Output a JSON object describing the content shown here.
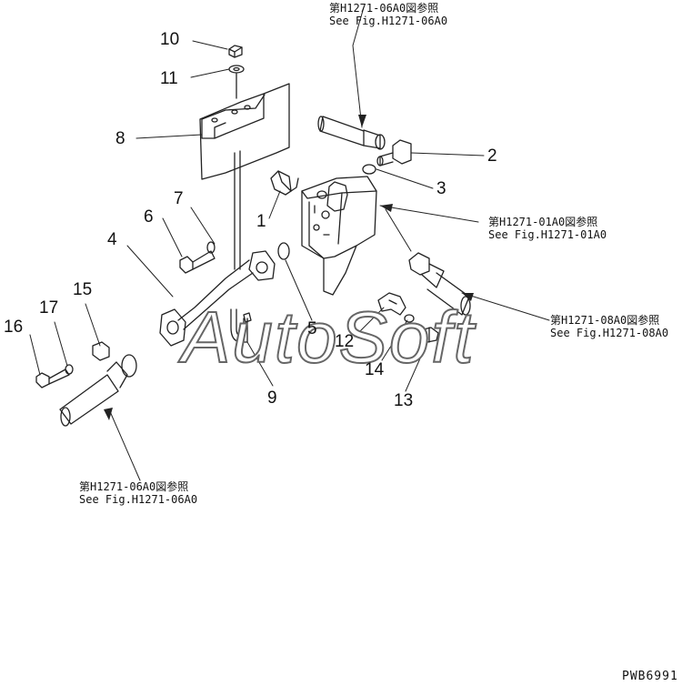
{
  "callouts": {
    "p1": "1",
    "p2": "2",
    "p3": "3",
    "p4": "4",
    "p5": "5",
    "p6": "6",
    "p7": "7",
    "p8": "8",
    "p9": "9",
    "p10": "10",
    "p11": "11",
    "p12": "12",
    "p13": "13",
    "p14": "14",
    "p15": "15",
    "p16": "16",
    "p17": "17"
  },
  "refs": {
    "top": {
      "jp": "第H1271-06A0図参照",
      "en": "See Fig.H1271-06A0"
    },
    "mid": {
      "jp": "第H1271-01A0図参照",
      "en": "See Fig.H1271-01A0"
    },
    "right": {
      "jp": "第H1271-08A0図参照",
      "en": "See Fig.H1271-08A0"
    },
    "bottom": {
      "jp": "第H1271-06A0図参照",
      "en": "See Fig.H1271-06A0"
    }
  },
  "watermark": "AutoSoft",
  "drawing_code": "PWB6991"
}
